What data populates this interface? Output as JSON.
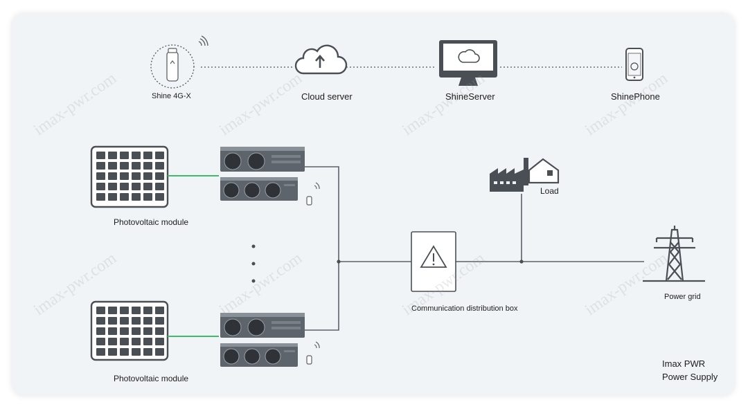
{
  "monitoring": {
    "datalogger_label": "Shine 4G-X",
    "cloud_label": "Cloud server",
    "server_label": "ShineServer",
    "phone_label": "ShinePhone"
  },
  "system": {
    "pv_module_top_label": "Photovoltaic module",
    "pv_module_bottom_label": "Photovoltaic module",
    "load_label": "Load",
    "distribution_box_label": "Communication distribution box",
    "grid_label": "Power grid"
  },
  "branding": {
    "line1": "Imax PWR",
    "line2": "Power Supply",
    "watermark": "imax-pwr.com"
  },
  "colors": {
    "pv_link": "#3dbb6a",
    "wire": "#5a6068",
    "dotted_link": "#6b7078",
    "icon_dark": "#4a4f55"
  }
}
